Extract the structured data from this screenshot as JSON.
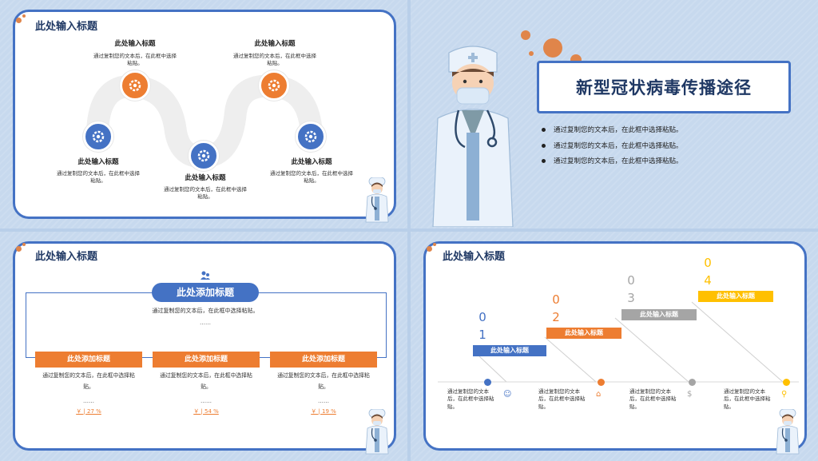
{
  "colors": {
    "blue": "#4472c4",
    "navy": "#1f3864",
    "orange": "#ed7d31",
    "gray": "#a5a5a5",
    "gold": "#ffc000"
  },
  "slide1": {
    "title": "此处输入标题",
    "nodes": [
      {
        "title": "此处输入标题",
        "desc": "通过复制您的文本后，在此框中选择粘贴。",
        "icon": "gear-wrench-icon"
      },
      {
        "title": "此处输入标题",
        "desc": "通过复制您的文本后，在此框中选择粘贴。",
        "icon": "gear-wrench-icon"
      },
      {
        "title": "此处输入标题",
        "desc": "通过复制您的文本后，在此框中选择粘贴。",
        "icon": "gear-wrench-icon"
      },
      {
        "title": "此处输入标题",
        "desc": "通过复制您的文本后，在此框中选择粘贴。",
        "icon": "gear-wrench-icon"
      },
      {
        "title": "此处输入标题",
        "desc": "通过复制您的文本后，在此框中选择粘贴。",
        "icon": "gear-wrench-icon"
      }
    ]
  },
  "slide2": {
    "title": "新型冠状病毒传播途径",
    "bullets": [
      "通过复制您的文本后，在此框中选择粘贴。",
      "通过复制您的文本后，在此框中选择粘贴。",
      "通过复制您的文本后，在此框中选择粘贴。"
    ]
  },
  "slide3": {
    "title": "此处输入标题",
    "banner": "此处添加标题",
    "banner_desc": "通过复制您的文本后，在此框中选择粘贴。",
    "banner_dots": "……",
    "columns": [
      {
        "label": "此处添加标题",
        "desc": "通过复制您的文本后，在此框中选择粘贴。",
        "dots": "……",
        "pct": "￥ | 27 %"
      },
      {
        "label": "此处添加标题",
        "desc": "通过复制您的文本后，在此框中选择粘贴。",
        "dots": "……",
        "pct": "￥ | 54 %"
      },
      {
        "label": "此处添加标题",
        "desc": "通过复制您的文本后，在此框中选择粘贴。",
        "dots": "……",
        "pct": "￥ | 19 %"
      }
    ]
  },
  "slide4": {
    "title": "此处输入标题",
    "steps": [
      {
        "n1": "0",
        "n2": "1",
        "label": "此处输入标题",
        "desc": "通过复制您的文本后，在此框中选择粘贴。",
        "icon": "person-icon"
      },
      {
        "n1": "0",
        "n2": "2",
        "label": "此处输入标题",
        "desc": "通过复制您的文本后，在此框中选择粘贴。",
        "icon": "house-icon"
      },
      {
        "n1": "0",
        "n2": "3",
        "label": "此处输入标题",
        "desc": "通过复制您的文本后，在此框中选择粘贴。",
        "icon": "coin-hand-icon"
      },
      {
        "n1": "0",
        "n2": "4",
        "label": "此处输入标题",
        "desc": "通过复制您的文本后，在此框中选择粘贴。",
        "icon": "magnifier-icon"
      }
    ]
  }
}
